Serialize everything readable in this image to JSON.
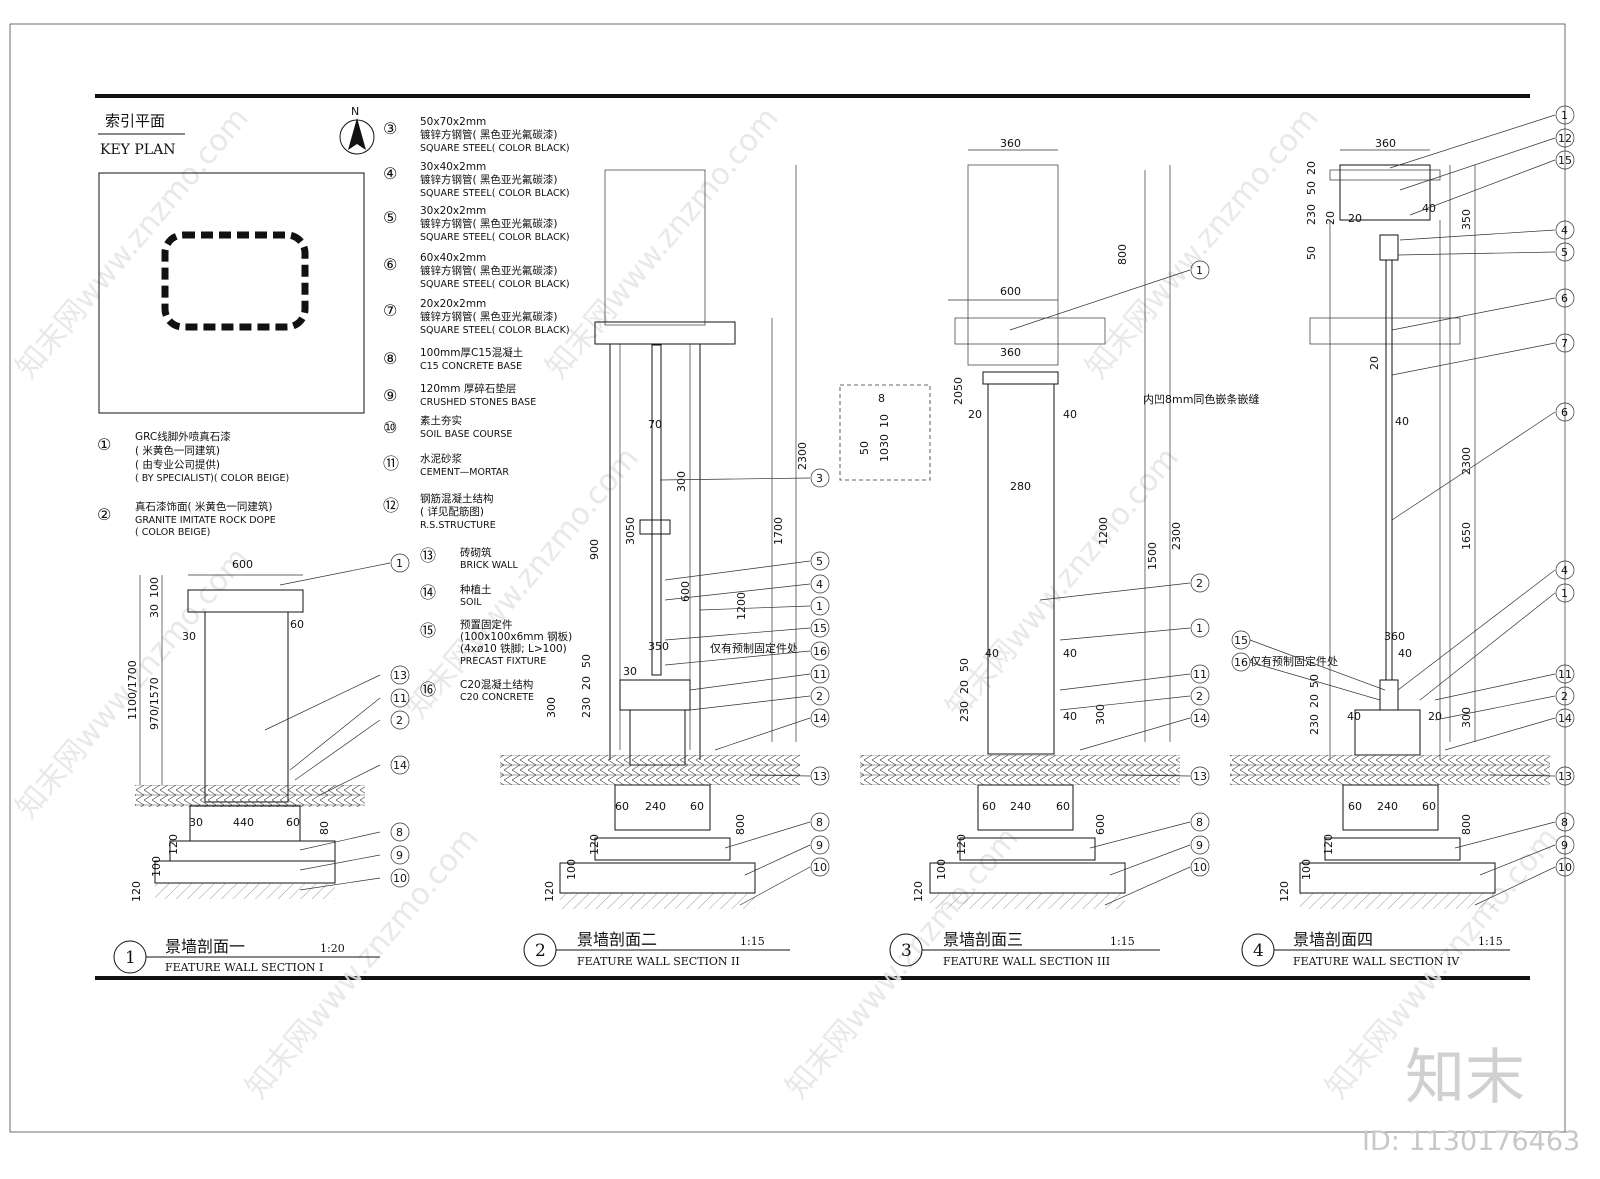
{
  "key_plan": {
    "title_cn": "索引平面",
    "title_en": "KEY PLAN",
    "north": "N"
  },
  "legend": [
    {
      "no": "①",
      "cn": "GRC线脚外喷真石漆",
      "cn2": "( 米黄色一同建筑)",
      "cn3": "( 由专业公司提供)",
      "en": "( BY SPECIALIST)( COLOR BEIGE)"
    },
    {
      "no": "②",
      "cn": "真石漆饰面( 米黄色一同建筑)",
      "en": "GRANITE IMITATE ROCK DOPE",
      "en2": "( COLOR BEIGE)"
    },
    {
      "no": "③",
      "size": "50x70x2mm",
      "cn": "镀锌方钢管( 黑色亚光氟碳漆)",
      "en": "SQUARE STEEL( COLOR BLACK)"
    },
    {
      "no": "④",
      "size": "30x40x2mm",
      "cn": "镀锌方钢管( 黑色亚光氟碳漆)",
      "en": "SQUARE STEEL( COLOR BLACK)"
    },
    {
      "no": "⑤",
      "size": "30x20x2mm",
      "cn": "镀锌方钢管( 黑色亚光氟碳漆)",
      "en": "SQUARE STEEL( COLOR BLACK)"
    },
    {
      "no": "⑥",
      "size": "60x40x2mm",
      "cn": "镀锌方钢管( 黑色亚光氟碳漆)",
      "en": "SQUARE STEEL( COLOR BLACK)"
    },
    {
      "no": "⑦",
      "size": "20x20x2mm",
      "cn": "镀锌方钢管( 黑色亚光氟碳漆)",
      "en": "SQUARE STEEL( COLOR BLACK)"
    },
    {
      "no": "⑧",
      "cn": "100mm厚C15混凝土",
      "en": "C15 CONCRETE BASE"
    },
    {
      "no": "⑨",
      "cn": "120mm 厚碎石垫层",
      "en": "CRUSHED STONES BASE"
    },
    {
      "no": "⑩",
      "cn": "素土夯实",
      "en": "SOIL BASE COURSE"
    },
    {
      "no": "⑪",
      "cn": "水泥砂浆",
      "en": "CEMENT—MORTAR"
    },
    {
      "no": "⑫",
      "cn": "钢筋混凝土结构",
      "cn2": "( 详见配筋图)",
      "en": "R.S.STRUCTURE"
    },
    {
      "no": "⑬",
      "cn": "砖砌筑",
      "en": "BRICK WALL"
    },
    {
      "no": "⑭",
      "cn": "种植土",
      "en": "SOIL"
    },
    {
      "no": "⑮",
      "cn": "预置固定件",
      "cn2": "(100x100x6mm  钢板)",
      "cn3": "(4xø10 铁脚; L>100)",
      "en": "PRECAST FIXTURE"
    },
    {
      "no": "⑯",
      "cn": "C20混凝土结构",
      "en": "C20 CONCRETE"
    }
  ],
  "sections": [
    {
      "no": "1",
      "cn": "景墙剖面一",
      "scale": "1:20",
      "en": "FEATURE WALL SECTION I"
    },
    {
      "no": "2",
      "cn": "景墙剖面二",
      "scale": "1:15",
      "en": "FEATURE WALL SECTION II"
    },
    {
      "no": "3",
      "cn": "景墙剖面三",
      "scale": "1:15",
      "en": "FEATURE WALL SECTION III"
    },
    {
      "no": "4",
      "cn": "景墙剖面四",
      "scale": "1:15",
      "en": "FEATURE WALL SECTION IV"
    }
  ],
  "s1": {
    "d600": "600",
    "d30a": "30",
    "d100": "100",
    "d30b": "30",
    "d60": "60",
    "d1100": "1100/1700",
    "d970": "970/1570",
    "d440": "440",
    "d60b": "60",
    "d30c": "30",
    "d80": "80",
    "d120a": "120",
    "d100b": "100",
    "d120b": "120",
    "callouts": [
      "13",
      "11",
      "2",
      "14",
      "8",
      "9",
      "10",
      "1"
    ]
  },
  "s2": {
    "d70": "70",
    "d300": "300",
    "d3050": "3050",
    "d900": "900",
    "d600": "600",
    "d350": "350",
    "d1200": "1200",
    "d1700": "1700",
    "d2300": "2300",
    "d230": "230",
    "d20": "20",
    "d50": "50",
    "d300b": "300",
    "d60a": "60",
    "d240": "240",
    "d60b": "60",
    "d800": "800",
    "d120": "120",
    "d100": "100",
    "d120b": "120",
    "d30": "30",
    "note": "仅有预制固定件处",
    "callouts": [
      "3",
      "5",
      "4",
      "1",
      "15",
      "16",
      "11",
      "2",
      "14",
      "13",
      "8",
      "9",
      "10"
    ]
  },
  "s3": {
    "d360": "360",
    "d600": "600",
    "d360b": "360",
    "d800": "800",
    "d2050": "2050",
    "d20a": "20",
    "d40a": "40",
    "d8": "8",
    "d50": "50",
    "d10": "10",
    "d30": "30",
    "d10b": "10",
    "d280": "280",
    "d1200": "1200",
    "d1500": "1500",
    "d2300": "2300",
    "d40b": "40",
    "d40c": "40",
    "d40d": "40",
    "d230": "230",
    "d20b": "20",
    "d50b": "50",
    "d300": "300",
    "d60a": "60",
    "d240": "240",
    "d60b": "60",
    "d600b": "600",
    "d120": "120",
    "d100": "100",
    "d120b": "120",
    "note": "内凹8mm同色嵌条嵌缝",
    "callouts": [
      "1",
      "2",
      "1",
      "11",
      "2",
      "14",
      "13",
      "8",
      "9",
      "10"
    ]
  },
  "s4": {
    "d360": "360",
    "d20": "20",
    "d50": "50",
    "d230": "230",
    "d20b": "20",
    "d50b": "50",
    "d20c": "20",
    "d40a": "40",
    "d350": "350",
    "d20d": "20",
    "d40b": "40",
    "d2300": "2300",
    "d1650": "1650",
    "d360b": "360",
    "d40c": "40",
    "d230b": "230",
    "d20e": "20",
    "d50c": "50",
    "d40d": "40",
    "d20f": "20",
    "d300": "300",
    "d60a": "60",
    "d240": "240",
    "d60b": "60",
    "d800": "800",
    "d120": "120",
    "d100": "100",
    "d120b": "120",
    "note": "仅有预制固定件处",
    "callouts": [
      "1",
      "12",
      "15",
      "4",
      "5",
      "6",
      "7",
      "6",
      "4",
      "1",
      "11",
      "2",
      "14",
      "13",
      "8",
      "9",
      "10",
      "15",
      "16"
    ]
  },
  "watermark": {
    "brand": "知末",
    "id": "ID: 1130176463",
    "site": "知末网www.znzmo.com"
  }
}
